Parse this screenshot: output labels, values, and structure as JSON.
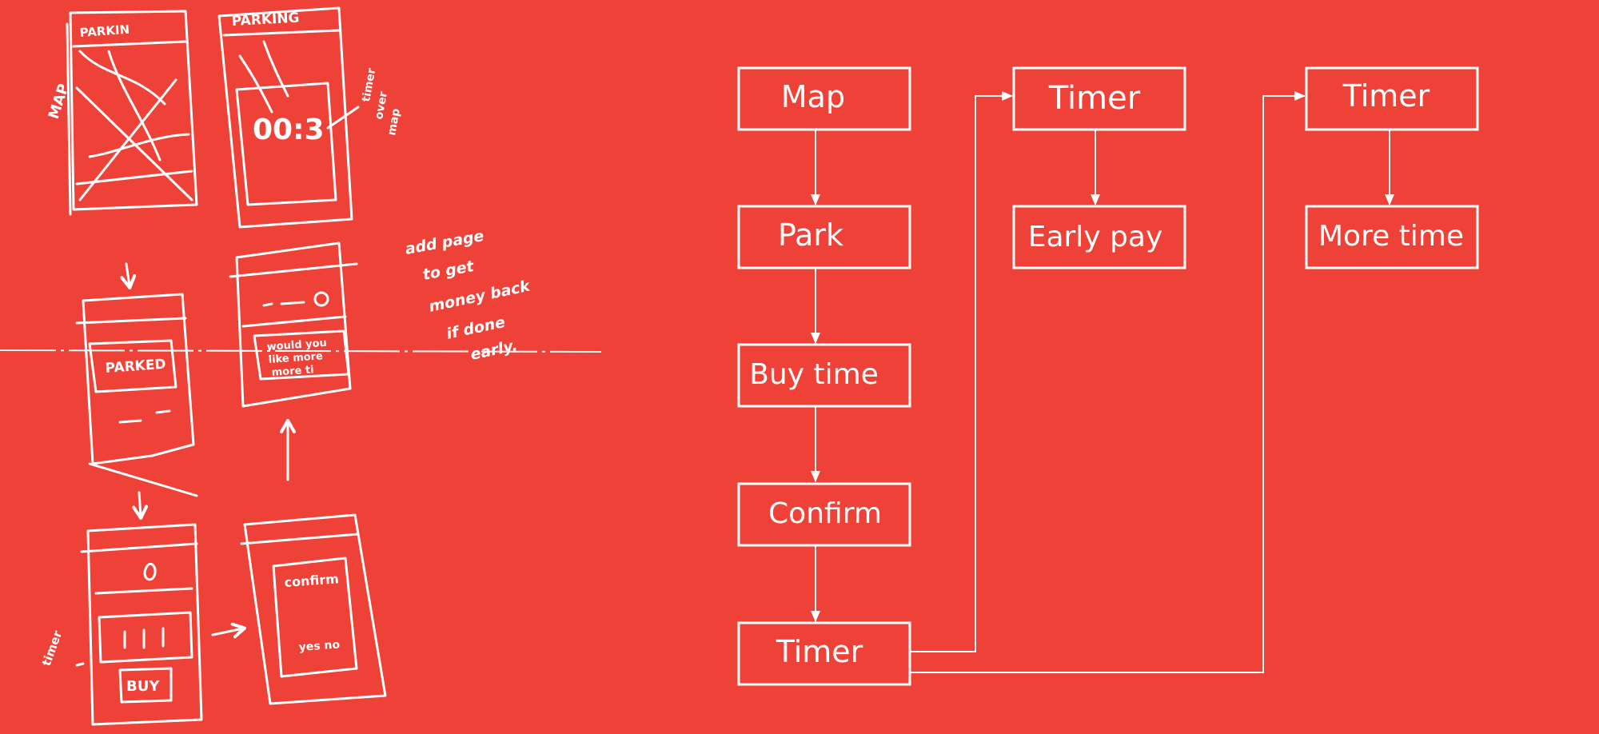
{
  "colors": {
    "background": "#ee4239",
    "ink": "#ffffff"
  },
  "sketch": {
    "wireframe_1_header": "PARKIN",
    "wireframe_1_side": "MAP",
    "wireframe_2_header": "PARKING",
    "wireframe_2_timer": "00:3",
    "wireframe_2_note": [
      "timer",
      "over",
      "map"
    ],
    "wireframe_3_label": "PARKED",
    "wireframe_4_text": [
      "would you",
      "like more",
      "more ti"
    ],
    "wireframe_5_button": "BUY",
    "wireframe_5_side": "timer",
    "wireframe_6_title": "confirm",
    "wireframe_6_buttons": "yes no",
    "note": [
      "add page",
      "to get",
      "money back",
      "if done",
      "early."
    ]
  },
  "flow": {
    "col1": [
      "Map",
      "Park",
      "Buy time",
      "Confirm",
      "Timer"
    ],
    "col2": [
      "Timer",
      "Early pay"
    ],
    "col3": [
      "Timer",
      "More time"
    ]
  }
}
